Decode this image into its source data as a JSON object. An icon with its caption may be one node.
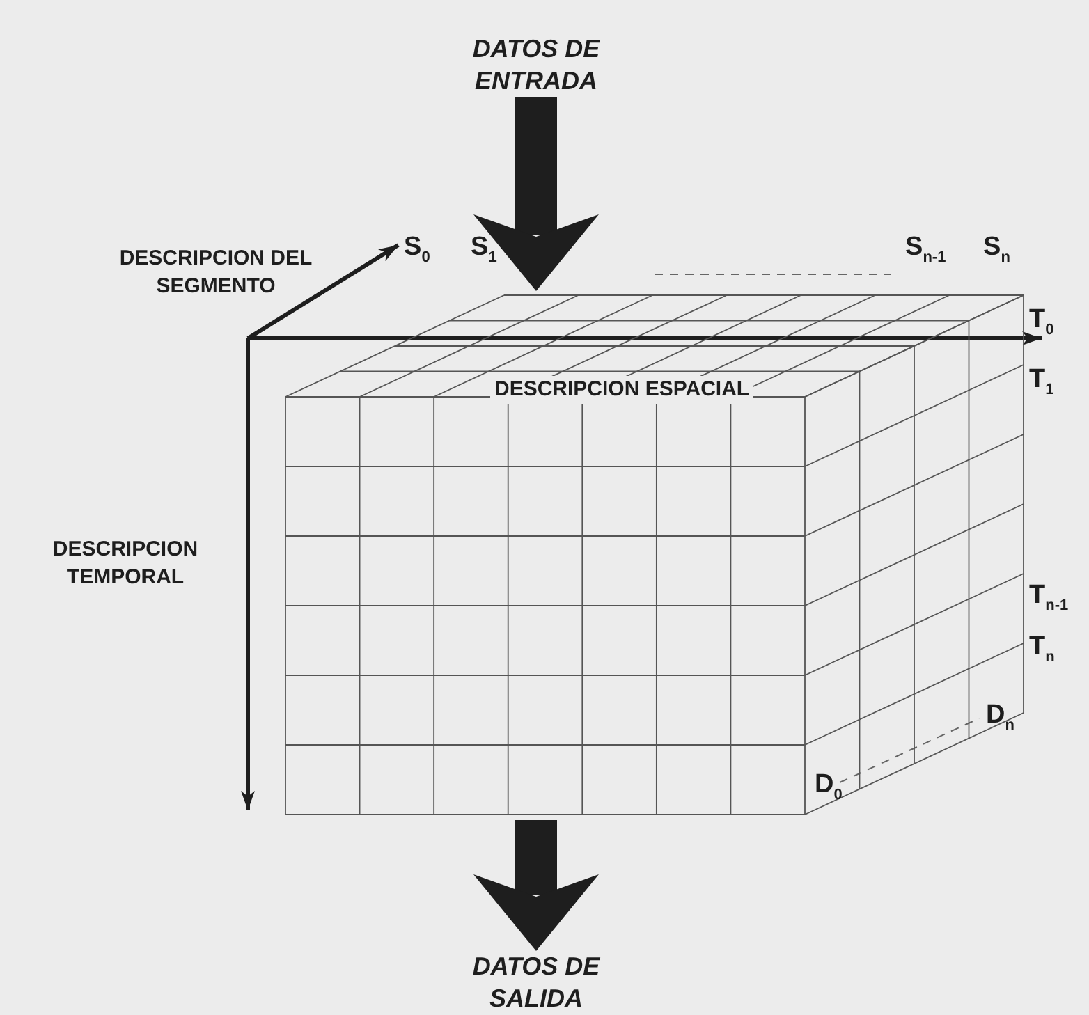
{
  "diagram": {
    "nodes": [
      {
        "text": [
          "DATOS DE ENTRADA"
        ]
      },
      {
        "text": [],
        "shape": "picture"
      },
      {
        "text": [
          "DATOS DE SALIDA"
        ]
      }
    ],
    "edges": [
      {
        "from": 0,
        "to": 1,
        "arrow": "to"
      },
      {
        "from": 1,
        "to": 2,
        "arrow": "to"
      }
    ],
    "labels": [
      "DESCRIPCION DEL SEGMENTO",
      "S$_{0}$",
      "S$_{1}$",
      "S$_{n-1}$",
      "S$_{n}$",
      "T$_{0}$",
      "T$_{1}$",
      "DESCRIPCION ESPACIAL",
      "DESCRIPCION TEMPORAL",
      "T$_{n-1}$",
      "T$_{n}$",
      "D$_{n}$",
      "D$_{0}$"
    ]
  }
}
